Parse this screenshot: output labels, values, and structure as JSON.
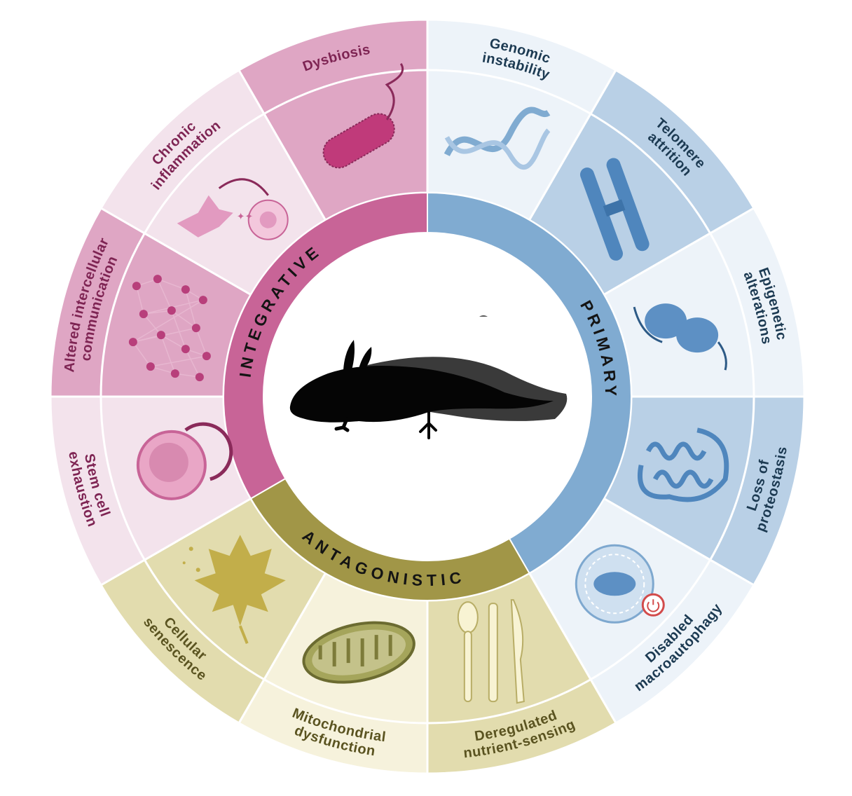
{
  "categories": [
    {
      "id": "primary",
      "name": "PRIMARY",
      "ring_color": "#80abd1",
      "dark": "#b9d0e6",
      "light": "#edf3f9",
      "text_color": "#1c3a52",
      "reversed": false
    },
    {
      "id": "antagonistic",
      "name": "ANTAGONISTIC",
      "ring_color": "#a19647",
      "dark": "#e2dcae",
      "light": "#f6f2dc",
      "text_color": "#5a5320",
      "reversed": true
    },
    {
      "id": "integrative",
      "name": "INTEGRATIVE",
      "ring_color": "#c86497",
      "dark": "#dfa6c4",
      "light": "#f3e3ec",
      "text_color": "#7e2453",
      "reversed": false
    }
  ],
  "hallmarks": [
    {
      "lines": [
        "Genomic",
        "instability"
      ],
      "category": "primary",
      "shade": "light",
      "icon": "dna"
    },
    {
      "lines": [
        "Telomere",
        "attrition"
      ],
      "category": "primary",
      "shade": "dark",
      "icon": "chromosome"
    },
    {
      "lines": [
        "Epigenetic",
        "alterations"
      ],
      "category": "primary",
      "shade": "light",
      "icon": "nucleosome"
    },
    {
      "lines": [
        "Loss of",
        "proteostasis"
      ],
      "category": "primary",
      "shade": "dark",
      "icon": "protein"
    },
    {
      "lines": [
        "Disabled",
        "macroautophagy"
      ],
      "category": "primary",
      "shade": "light",
      "icon": "autophagosome"
    },
    {
      "lines": [
        "Deregulated",
        "nutrient-sensing"
      ],
      "category": "antagonistic",
      "shade": "dark",
      "icon": "cutlery"
    },
    {
      "lines": [
        "Mitochondrial",
        "dysfunction"
      ],
      "category": "antagonistic",
      "shade": "light",
      "icon": "mitochondrion"
    },
    {
      "lines": [
        "Cellular",
        "senescence"
      ],
      "category": "antagonistic",
      "shade": "dark",
      "icon": "leaf"
    },
    {
      "lines": [
        "Stem cell",
        "exhaustion"
      ],
      "category": "integrative",
      "shade": "light",
      "icon": "stem-cell"
    },
    {
      "lines": [
        "Altered intercellular",
        "communication"
      ],
      "category": "integrative",
      "shade": "dark",
      "icon": "network"
    },
    {
      "lines": [
        "Chronic",
        "inflammation"
      ],
      "category": "integrative",
      "shade": "light",
      "icon": "inflammation"
    },
    {
      "lines": [
        "Dysbiosis"
      ],
      "category": "integrative",
      "shade": "dark",
      "icon": "bacterium"
    }
  ],
  "center": {
    "icon": "axolotl-silhouette"
  }
}
